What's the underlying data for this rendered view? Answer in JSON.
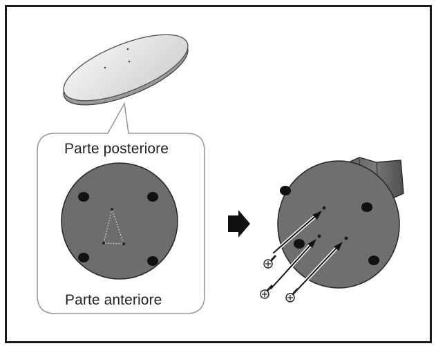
{
  "labels": {
    "back": "Parte posteriore",
    "front": "Parte anteriore"
  },
  "icons": {
    "direction": "right-arrow-icon",
    "fastener": "screw-icon"
  },
  "counts": {
    "screws": 3,
    "base_feet": 4
  },
  "colors": {
    "frame": "#1a1a1a",
    "base_fill": "#6d6d6d",
    "stand_top": "#dcdcdc",
    "callout_border": "#9a9a9a",
    "foot": "#111111"
  }
}
